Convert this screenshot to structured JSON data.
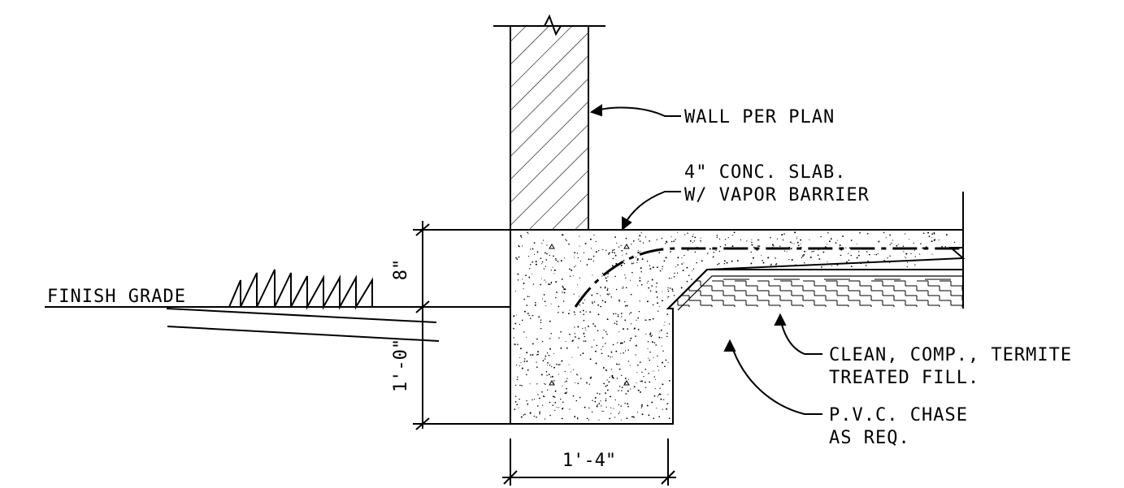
{
  "labels": {
    "wall": "WALL PER PLAN",
    "slab_line1": "4\" CONC. SLAB.",
    "slab_line2": "W/ VAPOR BARRIER",
    "finish_grade": "FINISH GRADE",
    "fill_line1": "CLEAN, COMP., TERMITE",
    "fill_line2": "TREATED FILL.",
    "chase_line1": "P.V.C. CHASE",
    "chase_line2": "AS REQ."
  },
  "dimensions": {
    "slab_thickness": "8\"",
    "footing_depth": "1'-0\"",
    "footing_width": "1'-4\""
  }
}
